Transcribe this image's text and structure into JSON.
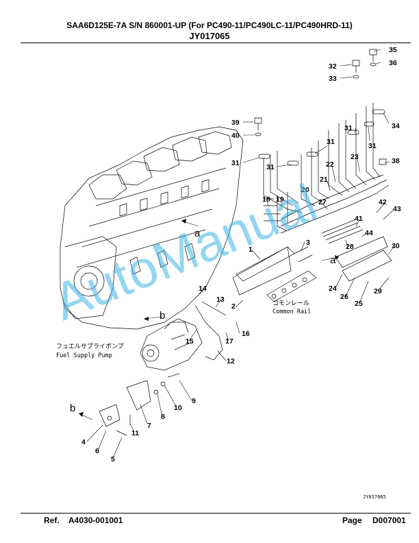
{
  "header": {
    "title": "SAA6D125E-7A S/N 860001-UP (For PC490-11/PC490LC-11/PC490HRD-11)",
    "code": "JY017065"
  },
  "diagram": {
    "part_numbers": [
      "35",
      "32",
      "36",
      "33",
      "39",
      "40",
      "31",
      "34",
      "31",
      "31",
      "31",
      "31",
      "22",
      "23",
      "38",
      "21",
      "20",
      "19",
      "18",
      "27",
      "42",
      "43",
      "41",
      "44",
      "3",
      "28",
      "1",
      "30",
      "24",
      "26",
      "25",
      "29",
      "14",
      "13",
      "2",
      "16",
      "17",
      "15",
      "12",
      "9",
      "10",
      "8",
      "11",
      "7",
      "4",
      "6",
      "5"
    ],
    "labels": {
      "common_rail_jp": "コモンレール",
      "common_rail_en": "Common Rail",
      "pump_jp": "フュエルサプライポンプ",
      "pump_en": "Fuel Supply Pump"
    },
    "view_letters": [
      "a",
      "a",
      "b",
      "b"
    ],
    "drawing_code": "JY017065",
    "watermark": "AutoManual"
  },
  "footer": {
    "ref_label": "Ref.",
    "ref_value": "A4030-001001",
    "page_label": "Page",
    "page_value": "D007001"
  }
}
